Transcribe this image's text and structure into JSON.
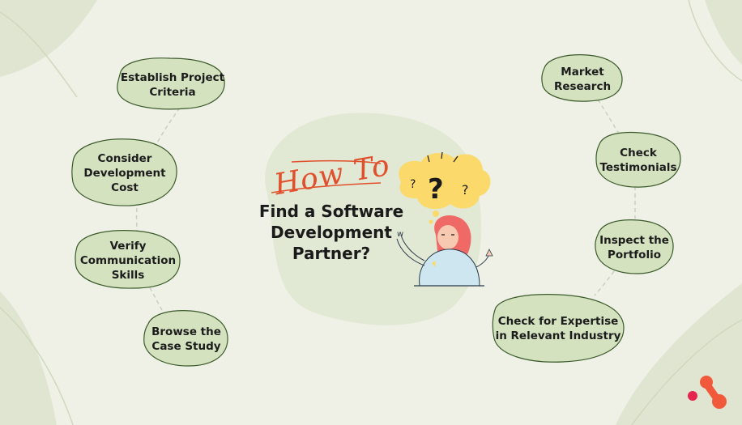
{
  "title": {
    "script": "How To",
    "main": "Find a Software Development Partner?"
  },
  "steps_left": [
    "Establish Project Criteria",
    "Consider Development Cost",
    "Verify Communication Skills",
    "Browse the Case Study"
  ],
  "steps_right": [
    "Market Research",
    "Check Testimonials",
    "Inspect the Portfolio",
    "Check for Expertise in Relevant Industry"
  ],
  "colors": {
    "background": "#eff1e7",
    "bubble_fill": "#d4e2c0",
    "bubble_stroke": "#3b5a2a",
    "center_blob": "#e1e8d3",
    "accent": "#e1502c",
    "thought_cloud": "#fbd96a",
    "hair": "#ef6a66",
    "shirt": "#cde6ef"
  }
}
